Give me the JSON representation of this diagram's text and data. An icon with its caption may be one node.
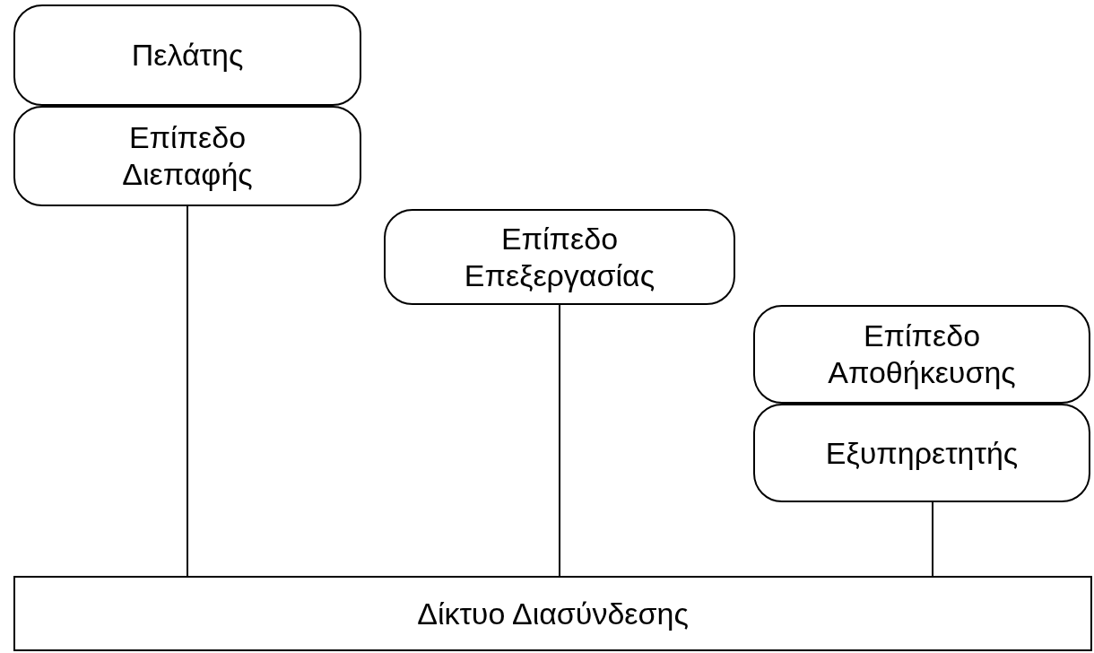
{
  "diagram": {
    "nodes": [
      {
        "text": [
          "Πελάτης"
        ]
      },
      {
        "text": [
          "Επίπεδο Διεπαφής"
        ]
      },
      {
        "text": [
          "Επίπεδο Επεξεργασίας"
        ]
      },
      {
        "text": [
          "Επίπεδο Αποθήκευσης"
        ]
      },
      {
        "text": [
          "Εξυπηρετητής"
        ]
      },
      {
        "text": [
          "Δίκτυο Διασύνδεσης"
        ]
      }
    ],
    "edges": [
      {
        "from": 1,
        "to": 5,
        "arrow": "none"
      },
      {
        "from": 2,
        "to": 5,
        "arrow": "none"
      },
      {
        "from": 4,
        "to": 5,
        "arrow": "none"
      }
    ]
  }
}
